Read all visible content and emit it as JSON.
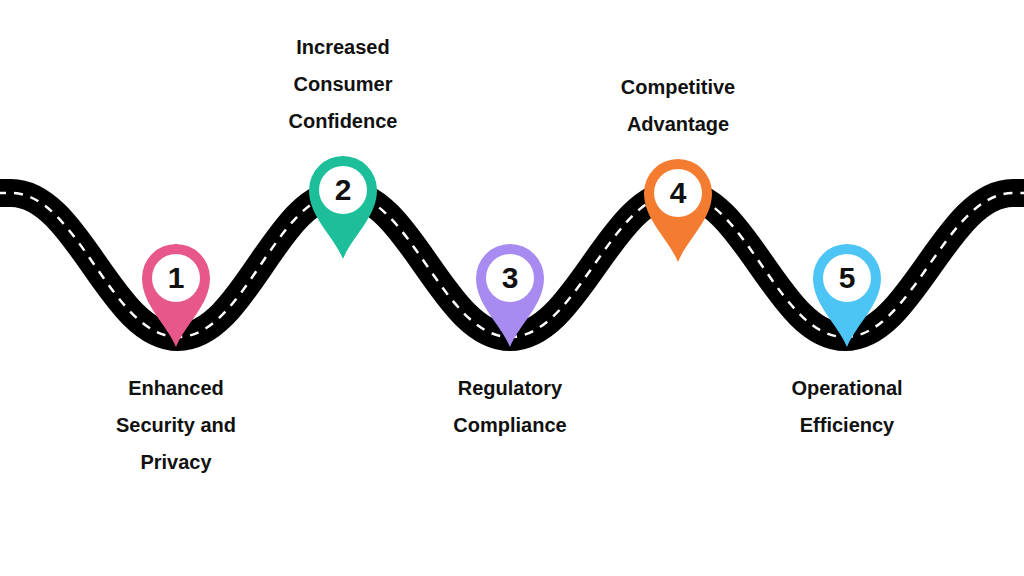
{
  "diagram": {
    "nodes": [
      {
        "text": [
          "1",
          "Enhanced Security and Privacy"
        ]
      },
      {
        "text": [
          "2",
          "Increased Consumer Confidence"
        ]
      },
      {
        "text": [
          "3",
          "Regulatory Compliance"
        ]
      },
      {
        "text": [
          "4",
          "Competitive Advantage"
        ]
      },
      {
        "text": [
          "5",
          "Operational Efficiency"
        ]
      }
    ]
  }
}
